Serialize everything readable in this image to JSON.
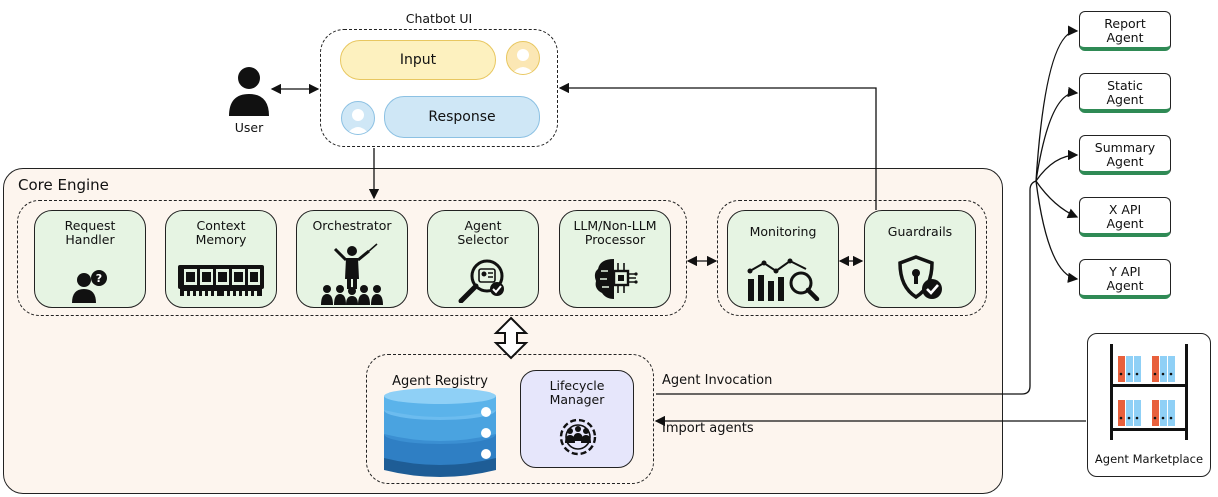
{
  "chatbot": {
    "title": "Chatbot UI",
    "input_label": "Input",
    "response_label": "Response"
  },
  "user": {
    "label": "User"
  },
  "core": {
    "title": "Core Engine",
    "components": [
      {
        "label": "Request\nHandler",
        "icon": "user-question-icon"
      },
      {
        "label": "Context\nMemory",
        "icon": "ram-chip-icon"
      },
      {
        "label": "Orchestrator",
        "icon": "conductor-icon"
      },
      {
        "label": "Agent\nSelector",
        "icon": "profile-search-icon"
      },
      {
        "label": "LLM/Non-LLM\nProcessor",
        "icon": "ai-brain-chip-icon"
      }
    ],
    "monitoring_label": "Monitoring",
    "guardrails_label": "Guardrails",
    "registry_label": "Agent Registry",
    "lifecycle_label": "Lifecycle\nManager"
  },
  "agents": [
    {
      "label": "Report\nAgent"
    },
    {
      "label": "Static\nAgent"
    },
    {
      "label": "Summary\nAgent"
    },
    {
      "label": "X API\nAgent"
    },
    {
      "label": "Y API\nAgent"
    }
  ],
  "edges": {
    "invocation_label": "Agent Invocation",
    "import_label": "Import agents"
  },
  "marketplace": {
    "label": "Agent Marketplace"
  },
  "colors": {
    "core_bg": "#fdf5ee",
    "component_green": "#e6f4e3",
    "input_yellow": "#fdf1bf",
    "response_blue": "#cfe7f6",
    "lifecycle_lavender": "#e6e6fb",
    "registry_blue": "#2f7fc4",
    "agent_accent": "#2f8a55"
  }
}
